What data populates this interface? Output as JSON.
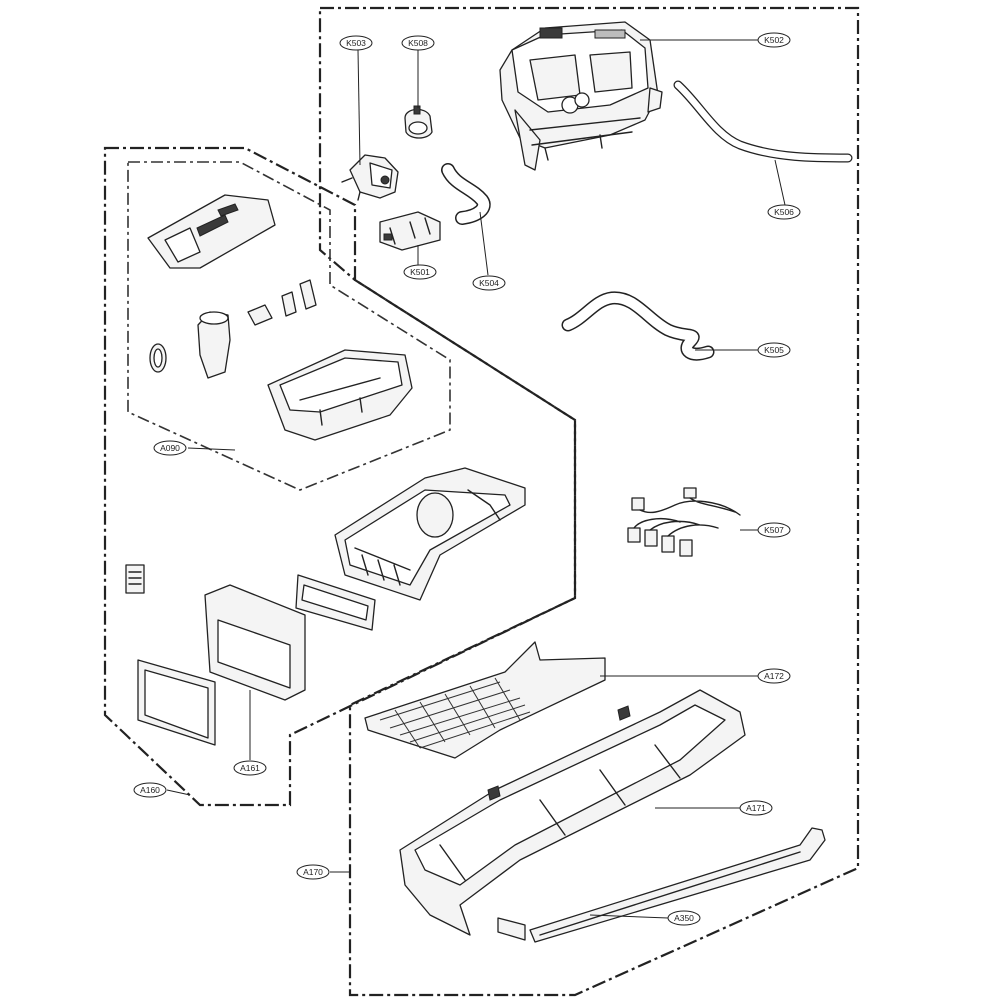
{
  "callouts": [
    {
      "id": "k502",
      "label": "K502"
    },
    {
      "id": "k503",
      "label": "K503"
    },
    {
      "id": "k508",
      "label": "K508"
    },
    {
      "id": "k506",
      "label": "K506"
    },
    {
      "id": "k501",
      "label": "K501"
    },
    {
      "id": "k504",
      "label": "K504"
    },
    {
      "id": "k505",
      "label": "K505"
    },
    {
      "id": "k507",
      "label": "K507"
    },
    {
      "id": "a090",
      "label": "A090"
    },
    {
      "id": "a172",
      "label": "A172"
    },
    {
      "id": "a171",
      "label": "A171"
    },
    {
      "id": "a170",
      "label": "A170"
    },
    {
      "id": "a350",
      "label": "A350"
    },
    {
      "id": "a161",
      "label": "A161"
    },
    {
      "id": "a160",
      "label": "A160"
    }
  ]
}
